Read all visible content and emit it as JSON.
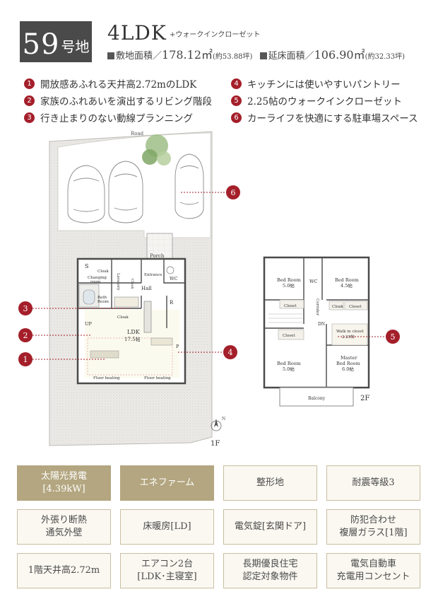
{
  "header": {
    "lot_number": "59",
    "lot_suffix": "号地",
    "plan_type": "4LDK",
    "plan_extra": "+ウォークインクローゼット",
    "site_area_label": "敷地面積／",
    "site_area_value": "178.12㎡",
    "site_area_tsubo": "(約53.88坪)",
    "floor_area_label": "延床面積／",
    "floor_area_value": "106.90㎡",
    "floor_area_tsubo": "(約32.33坪)"
  },
  "features": [
    {
      "num": "1",
      "text": "開放感あふれる天井高2.72mのLDK"
    },
    {
      "num": "2",
      "text": "家族のふれあいを演出するリビング階段"
    },
    {
      "num": "3",
      "text": "行き止まりのない動線プランニング"
    },
    {
      "num": "4",
      "text": "キッチンには使いやすいパントリー"
    },
    {
      "num": "5",
      "text": "2.25帖のウォークインクローゼット"
    },
    {
      "num": "6",
      "text": "カーライフを快適にする駐車場スペース"
    }
  ],
  "plan_1f": {
    "road": "Road",
    "porch": "Porch",
    "s": "S",
    "cloak1": "Cloak",
    "changing": "Changing",
    "changing2": "room",
    "lavatory": "Lavatory",
    "cloak2": "Cloak",
    "entrance": "Entrance",
    "wc": "WC",
    "hall": "Hall",
    "bath": "Bath",
    "bath2": "Room",
    "r": "R",
    "cloak3": "Cloak",
    "up": "UP",
    "ldk": "LDK",
    "ldk_size": "17.5帖",
    "p": "P",
    "floor_heating_1": "Floor heating",
    "floor_heating_2": "Floor heating",
    "floor_label": "1F",
    "north": "N"
  },
  "plan_2f": {
    "bed1": "Bed Room",
    "bed1_size": "5.0帖",
    "wc": "WC",
    "bed2": "Bed Room",
    "bed2_size": "4.5帖",
    "corridor": "Corridor",
    "closet1": "Closet",
    "cloak": "Cloak",
    "closet2": "Closet",
    "dn": "DN",
    "closet3": "Closet",
    "wic": "Walk in closet",
    "wic_size": "2.25帖",
    "bed3": "Bed Room",
    "bed3_size": "5.0帖",
    "master1": "Master",
    "master2": "Bed Room",
    "master_size": "6.0帖",
    "balcony": "Balcony",
    "floor_label": "2F"
  },
  "callouts": [
    "1",
    "2",
    "3",
    "4",
    "5",
    "6"
  ],
  "specs": [
    [
      "太陽光発電",
      "[4.39kW]"
    ],
    [
      "エネファーム"
    ],
    [
      "整形地"
    ],
    [
      "耐震等級3"
    ],
    [
      "外張り断熱",
      "通気外壁"
    ],
    [
      "床暖房[LD]"
    ],
    [
      "電気錠[玄関ドア]"
    ],
    [
      "防犯合わせ",
      "複層ガラス[1階]"
    ],
    [
      "1階天井高2.72m"
    ],
    [
      "エアコン2台",
      "[LDK･主寝室]"
    ],
    [
      "長期優良住宅",
      "認定対象物件"
    ],
    [
      "電気自動車",
      "充電用コンセント"
    ]
  ],
  "colors": {
    "accent_red": "#a41f2a",
    "badge_dark": "#4a4a4a",
    "tile_highlight": "#b3a680",
    "tile_border": "#c9bea0"
  }
}
